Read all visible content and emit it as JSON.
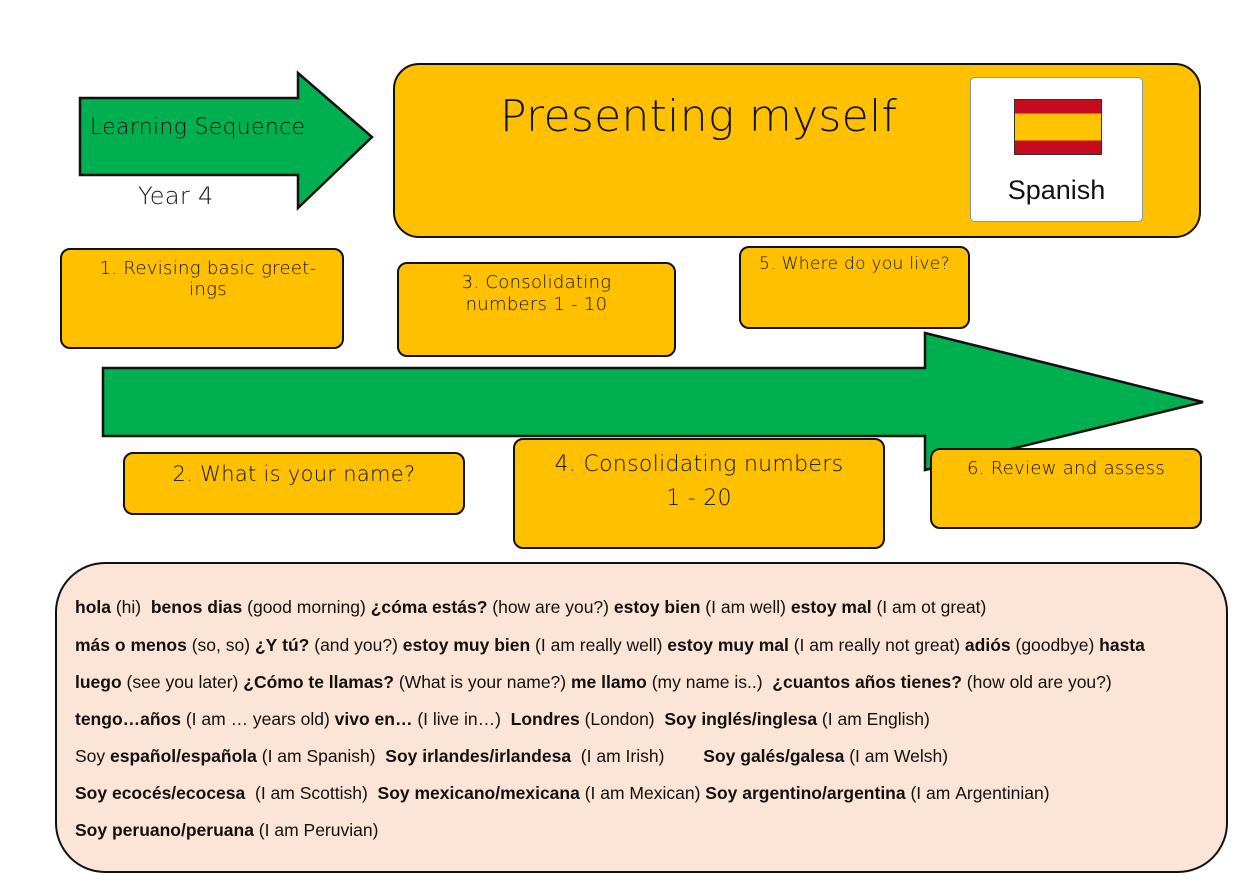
{
  "header": {
    "arrow_title": "Learning Sequence",
    "year": "Year 4",
    "title": "Presenting myself",
    "language_label": "Spanish",
    "flag_icon": "spain-flag-icon"
  },
  "colors": {
    "orange": "#FFC000",
    "green": "#00B050",
    "vocab_bg": "#FCE4D6",
    "flag_red": "#C60B1E",
    "flag_yellow": "#FFC400"
  },
  "steps": [
    {
      "label": "1.     Revising basic greet-\nings"
    },
    {
      "label": "2. What is your name?"
    },
    {
      "label": "3. Consolidating\nnumbers 1 - 10"
    },
    {
      "label": "4. Consolidating numbers\n1 - 20"
    },
    {
      "label": "5. Where do you live?"
    },
    {
      "label": "6. Review and assess"
    }
  ],
  "vocab": {
    "lines": [
      [
        [
          "hola",
          1
        ],
        [
          " (hi)  ",
          0
        ],
        [
          "benos dias",
          1
        ],
        [
          " (good morning) ",
          0
        ],
        [
          "¿cóma estás?",
          1
        ],
        [
          " (how are you?) ",
          0
        ],
        [
          "estoy bien",
          1
        ],
        [
          " (I am well) ",
          0
        ],
        [
          "estoy mal",
          1
        ],
        [
          " (I am ot great)",
          0
        ]
      ],
      [
        [
          "más o menos",
          1
        ],
        [
          " (so, so) ",
          0
        ],
        [
          "¿Y tú?",
          1
        ],
        [
          " (and you?) ",
          0
        ],
        [
          "estoy muy bien",
          1
        ],
        [
          " (I am really well) ",
          0
        ],
        [
          "estoy muy mal",
          1
        ],
        [
          " (I am really not great) ",
          0
        ],
        [
          "adiós",
          1
        ],
        [
          " (goodbye) ",
          0
        ],
        [
          "hasta",
          1
        ]
      ],
      [
        [
          "luego",
          1
        ],
        [
          " (see you later) ",
          0
        ],
        [
          "¿Cómo te llamas?",
          1
        ],
        [
          " (What is your name?) ",
          0
        ],
        [
          "me llamo",
          1
        ],
        [
          " (my name is..)  ",
          0
        ],
        [
          "¿cuantos años tienes?",
          1
        ],
        [
          " (how old are you?)",
          0
        ]
      ],
      [
        [
          "tengo…años",
          1
        ],
        [
          " (I am … years old) ",
          0
        ],
        [
          "vivo en…",
          1
        ],
        [
          " (I live in…)  ",
          0
        ],
        [
          "Londres",
          1
        ],
        [
          " (London)  ",
          0
        ],
        [
          "Soy inglés/inglesa",
          1
        ],
        [
          " (I am English)",
          0
        ]
      ],
      [
        [
          "Soy ",
          0
        ],
        [
          "español/española",
          1
        ],
        [
          " (I am Spanish)  ",
          0
        ],
        [
          "Soy irlandes/irlandesa",
          1
        ],
        [
          "  (I am Irish)        ",
          0
        ],
        [
          "Soy galés/galesa",
          1
        ],
        [
          " (I am Welsh)",
          0
        ]
      ],
      [
        [
          "Soy ecocés/ecocesa",
          1
        ],
        [
          "  (I am Scottish)  ",
          0
        ],
        [
          "Soy mexicano/mexicana",
          1
        ],
        [
          " (I am Mexican) ",
          0
        ],
        [
          "Soy argentino/argentina",
          1
        ],
        [
          " (I am Argentinian)",
          0
        ]
      ],
      [
        [
          "Soy peruano/peruana",
          1
        ],
        [
          " (I am Peruvian)",
          0
        ]
      ]
    ]
  }
}
